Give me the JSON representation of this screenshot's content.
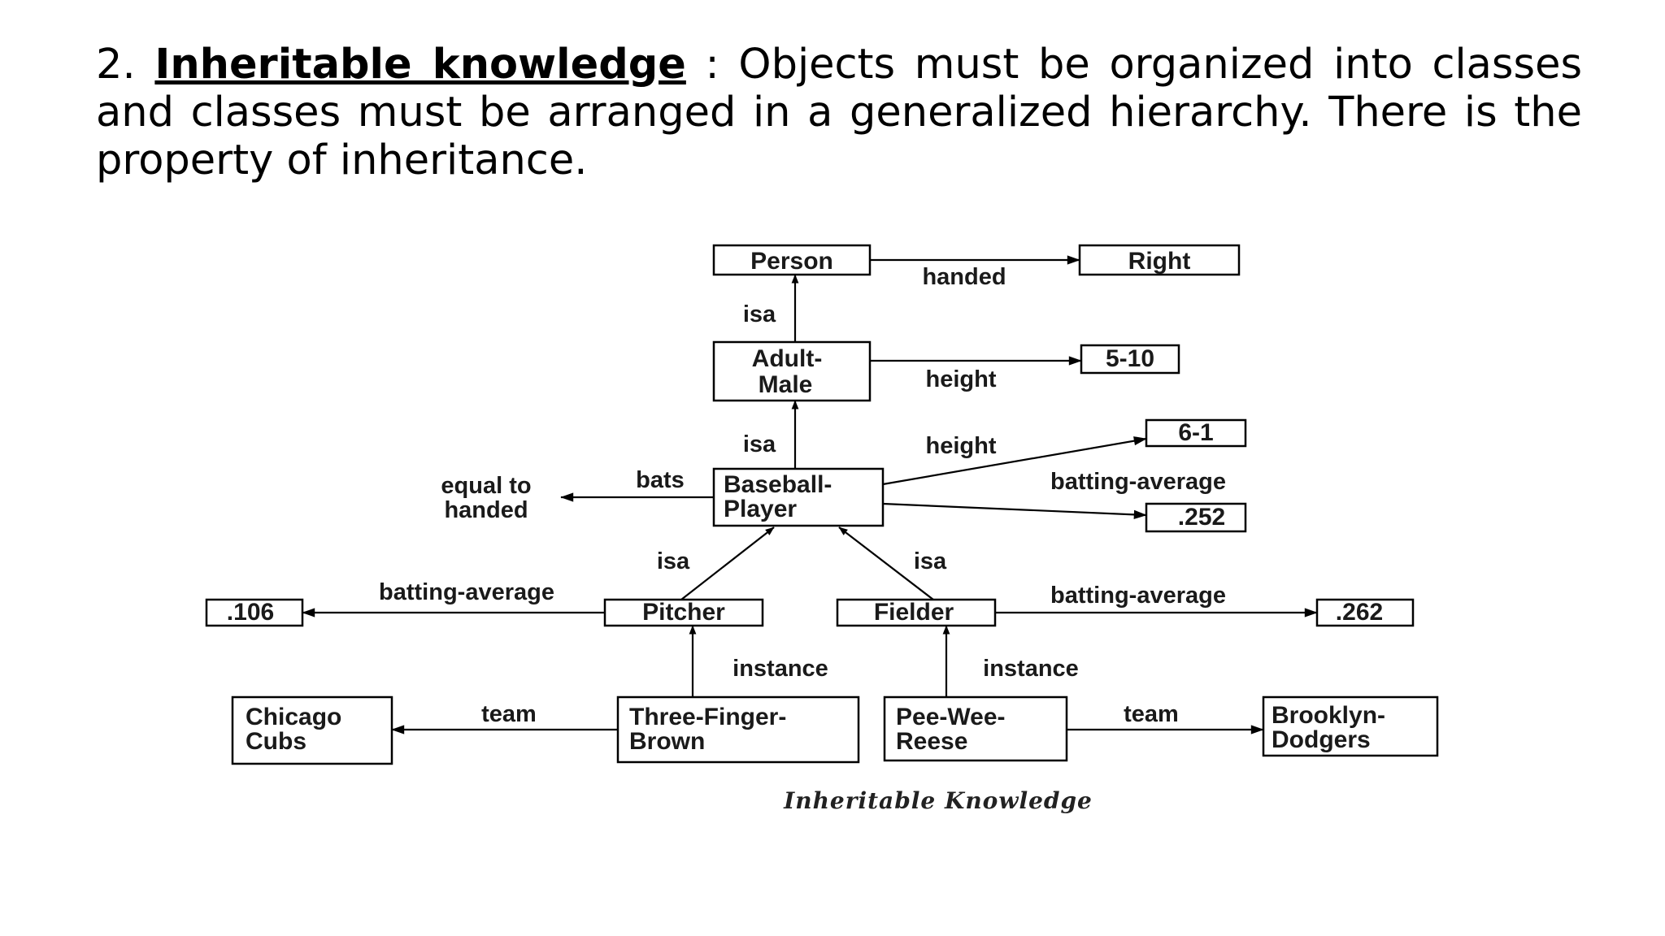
{
  "slide": {
    "number": "2.",
    "term": "Inheritable knowledge",
    "separator": " : ",
    "body": "Objects must be organized into classes and classes must be arranged in a generalized hierarchy. There is the property of inheritance."
  },
  "diagram": {
    "nodes": {
      "person": [
        "Person"
      ],
      "right": [
        "Right"
      ],
      "adult_male": [
        "Adult-",
        "Male"
      ],
      "h510": [
        "5-10"
      ],
      "h61": [
        "6-1"
      ],
      "baseball_player": [
        "Baseball-",
        "Player"
      ],
      "avg252": [
        ".252"
      ],
      "equal_to_handed": [
        "equal to",
        "handed"
      ],
      "pitcher": [
        "Pitcher"
      ],
      "fielder": [
        "Fielder"
      ],
      "avg106": [
        ".106"
      ],
      "avg262": [
        ".262"
      ],
      "chicago_cubs": [
        "Chicago",
        "Cubs"
      ],
      "three_finger_brown": [
        "Three-Finger-",
        "Brown"
      ],
      "pee_wee_reese": [
        "Pee-Wee-",
        "Reese"
      ],
      "brooklyn_dodgers": [
        "Brooklyn-",
        "Dodgers"
      ]
    },
    "edges": {
      "person_handed": "handed",
      "adult_isa": "isa",
      "adult_height": "height",
      "player_isa": "isa",
      "player_height": "height",
      "player_batting": "batting-average",
      "player_bats": "bats",
      "pitcher_isa": "isa",
      "fielder_isa": "isa",
      "pitcher_batting": "batting-average",
      "fielder_batting": "batting-average",
      "brown_instance": "instance",
      "reese_instance": "instance",
      "brown_team": "team",
      "reese_team": "team"
    },
    "caption": "Inheritable Knowledge"
  }
}
